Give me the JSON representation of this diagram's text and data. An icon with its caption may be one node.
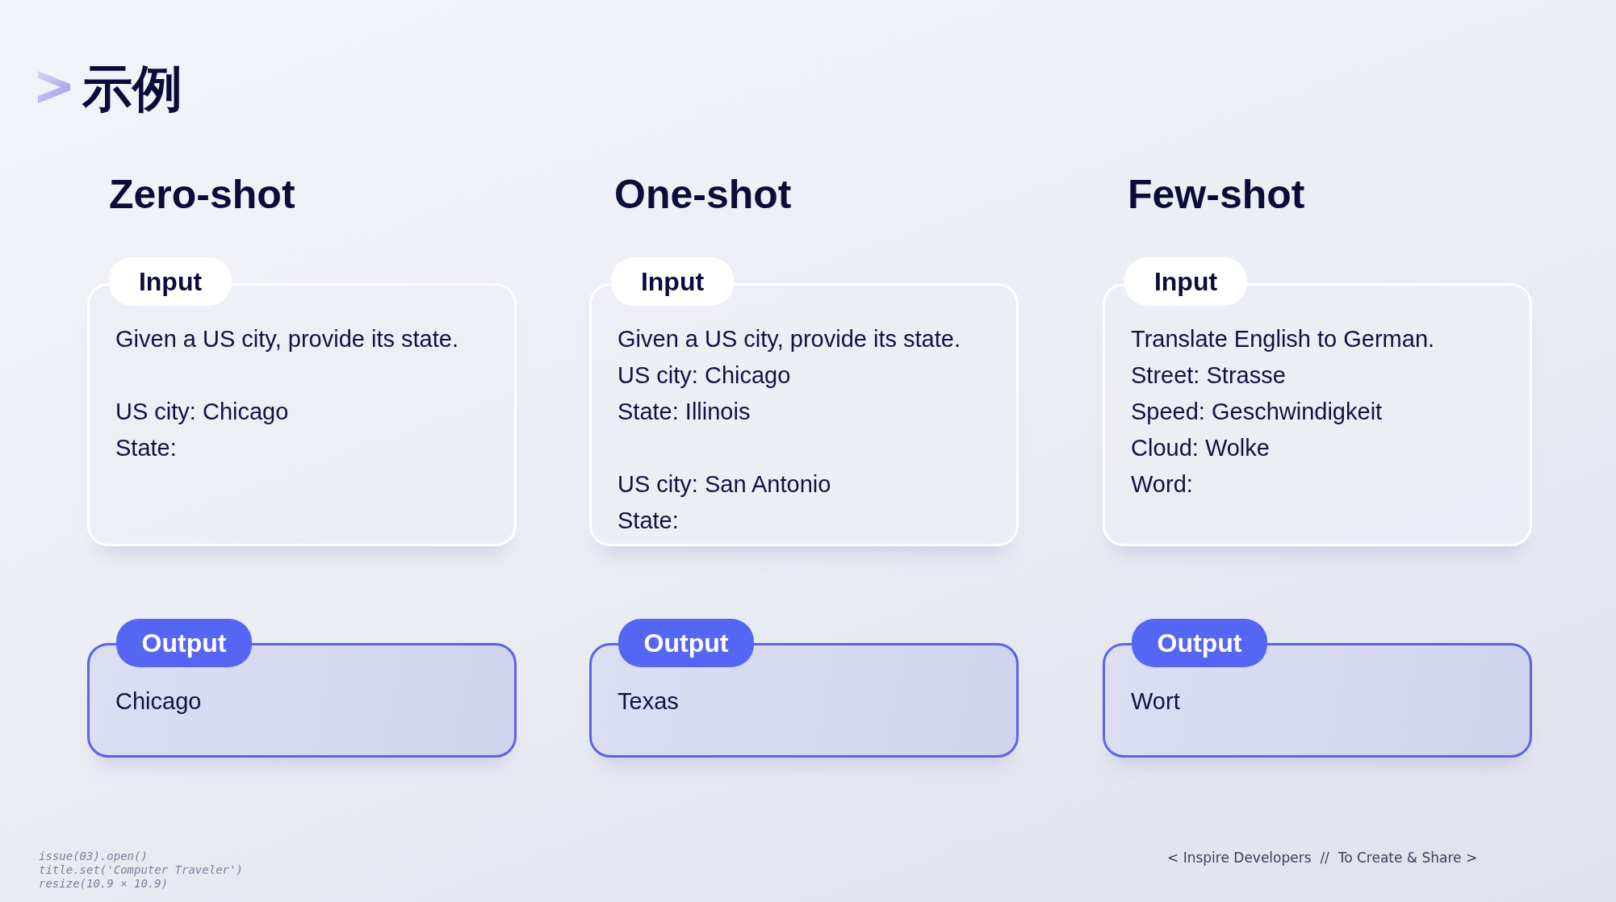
{
  "diagram": {
    "title": "示例",
    "nodes": [
      {
        "text": [
          "Input",
          "Given a US city, provide its state.",
          "US city: Chicago",
          "State:"
        ]
      },
      {
        "text": [
          "Input",
          "Given a US city, provide its state.",
          "US city: Chicago",
          "State: Illinois",
          "US city: San Antonio",
          "State:"
        ]
      },
      {
        "text": [
          "Input",
          "Translate English to German.",
          "Street: Strasse",
          "Speed: Geschwindigkeit",
          "Cloud: Wolke",
          "Word:"
        ]
      },
      {
        "text": [
          "Output",
          "Chicago"
        ]
      },
      {
        "text": [
          "Output",
          "Texas"
        ]
      },
      {
        "text": [
          "Output",
          "Wort"
        ]
      }
    ],
    "labels": [
      "Zero-shot",
      "One-shot",
      "Few-shot",
      "issue(03).open()",
      "title.set('Computer Traveler')",
      "resize(10.9 × 10.9)",
      "< Inspire Developers  //  To Create & Share >"
    ]
  }
}
